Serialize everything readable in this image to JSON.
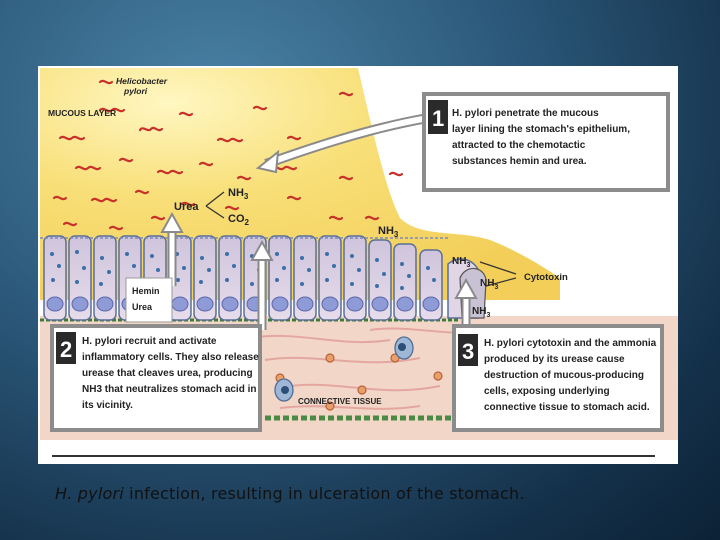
{
  "figure": {
    "labels": {
      "bacterium_name": [
        "Helicobacter",
        "pylori"
      ],
      "mucous_layer": "MUCOUS LAYER",
      "urea": "Urea",
      "nh3": "NH",
      "co2": "CO",
      "subscript_3": "3",
      "subscript_2": "2",
      "hemin": "Hemin",
      "urea_small": "Urea",
      "cytotoxin": "Cytotoxin",
      "connective_tissue": "CONNECTIVE TISSUE"
    },
    "callouts": [
      {
        "number": "1",
        "lines": [
          "H. pylori penetrate the mucous",
          "layer lining the stomach's epithelium,",
          "attracted to the chemotactic",
          "substances hemin and urea."
        ]
      },
      {
        "number": "2",
        "lines": [
          "H. pylori recruit and activate",
          "inflammatory cells. They also release",
          "urease that cleaves urea, producing",
          "NH3 that neutralizes stomach acid in",
          "its vicinity."
        ]
      },
      {
        "number": "3",
        "lines": [
          "H. pylori cytotoxin and the ammonia",
          "produced by its urease cause",
          "destruction of mucous-producing",
          "cells, exposing underlying",
          "connective tissue to stomach acid."
        ]
      }
    ],
    "colors": {
      "mucus": "#f6d66a",
      "epithelium": "#d7c6d8",
      "connective": "#f0d2c4",
      "bacteria": "#c8322a",
      "callout_border": "#8c8c8c",
      "number_box": "#2a2a2a"
    }
  },
  "caption": {
    "italic": "H. pylori",
    "rest": " infection, resulting in ulceration of the stomach."
  }
}
